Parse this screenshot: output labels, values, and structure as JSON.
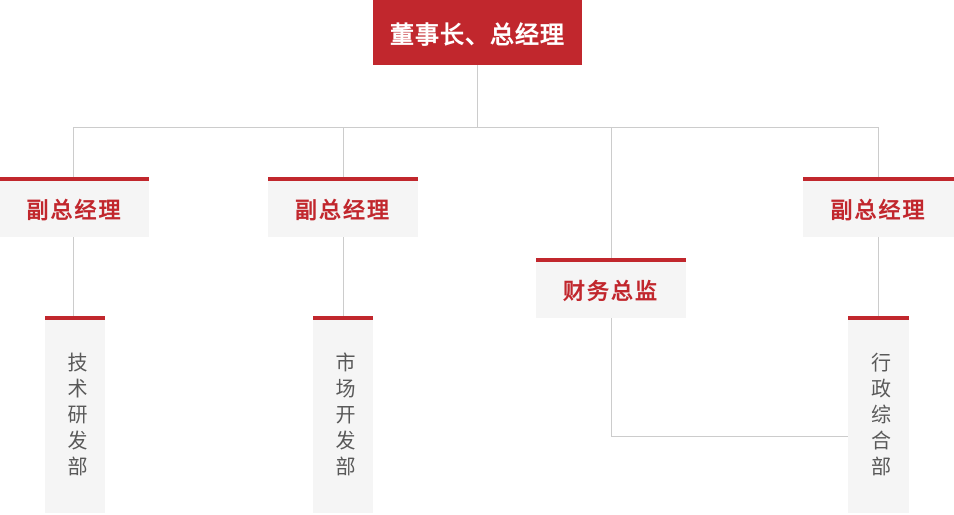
{
  "palette": {
    "primary_red": "#c1272d",
    "node_bg": "#f5f5f5",
    "connector": "#cccccc",
    "dept_text": "#595959"
  },
  "org_chart": {
    "root": {
      "label": "董事长、总经理"
    },
    "level2": [
      {
        "label": "副总经理"
      },
      {
        "label": "副总经理"
      },
      {
        "label": "财务总监"
      },
      {
        "label": "副总经理"
      }
    ],
    "departments": [
      {
        "label": "技术研发部"
      },
      {
        "label": "市场开发部"
      },
      {
        "label": "行政综合部"
      }
    ]
  }
}
